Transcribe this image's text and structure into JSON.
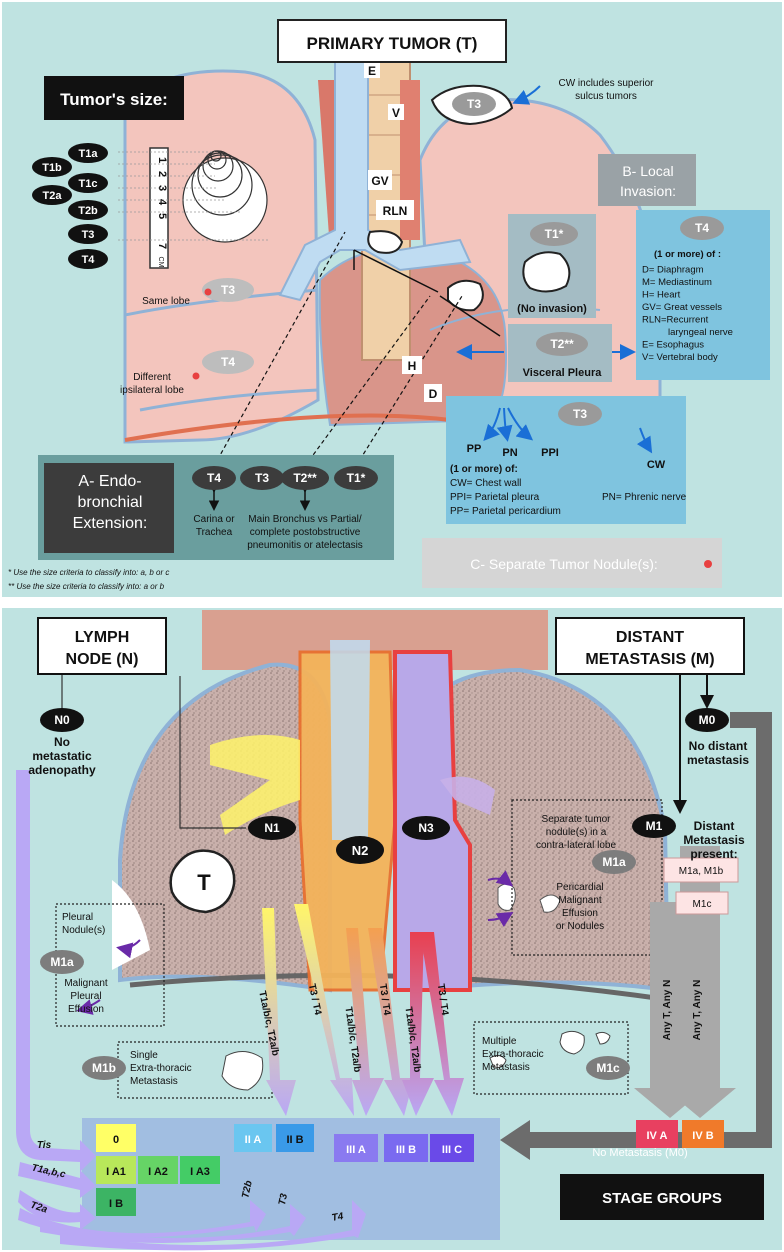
{
  "top": {
    "title": "PRIMARY TUMOR (T)",
    "tumor_size_title": "Tumor's size:",
    "size_labels": [
      "T1a",
      "T1b",
      "T1c",
      "T2a",
      "T2b",
      "T3",
      "T4"
    ],
    "ruler_numbers": [
      "1",
      "2",
      "3",
      "4",
      "5",
      "7"
    ],
    "ruler_unit": "CM",
    "anatomy": {
      "E": "E",
      "V": "V",
      "GV": "GV",
      "RLN": "RLN",
      "H": "H",
      "D": "D",
      "PP": "PP",
      "PN": "PN",
      "PPI": "PPI",
      "CW": "CW"
    },
    "cw_note": [
      "CW includes superior",
      "sulcus tumors"
    ],
    "lung_badges": {
      "t3_apex": "T3",
      "t3_same": "T3",
      "same_lobe": "Same lobe",
      "t4_diff": "T4",
      "diff_lobe": [
        "Different",
        "ipsilateral lobe"
      ]
    },
    "local_invasion": {
      "title": [
        "B- Local",
        "Invasion:"
      ],
      "t1star": "T1*",
      "no_invasion": "(No invasion)",
      "t2": "T2**",
      "visceral": "Visceral Pleura",
      "t4": "T4",
      "t4_list": [
        "(1 or more) of :",
        "D= Diaphragm",
        "M= Mediastinum",
        "H= Heart",
        "GV= Great vessels",
        "RLN=Recurrent",
        "laryngeal nerve",
        "E= Esophagus",
        "V= Vertebral body"
      ],
      "t3": "T3",
      "t3_list": [
        "(1 or more) of:",
        "CW= Chest wall",
        "PPI= Parietal pleura",
        "PN= Phrenic nerve",
        "PP= Parietal pericardium"
      ]
    },
    "endobronchial": {
      "title": [
        "A- Endo-",
        "bronchial",
        "Extension:"
      ],
      "badges": [
        "T4",
        "T3",
        "T2**",
        "T1*"
      ],
      "carina": [
        "Carina or",
        "Trachea"
      ],
      "main": [
        "Main Bronchus vs Partial/",
        "complete postobstructive",
        "pneumonitis or atelectasis"
      ]
    },
    "separate_nodule": "C- Separate Tumor Nodule(s):",
    "footnotes": [
      "*  Use the size criteria to classify into: a, b or c",
      "** Use the size criteria to classify into: a or b"
    ]
  },
  "bottom": {
    "lymph_title": [
      "LYMPH",
      "NODE (N)"
    ],
    "distant_title": [
      "DISTANT",
      "METASTASIS (M)"
    ],
    "n0": "N0",
    "n0_text": [
      "No",
      "metastatic",
      "adenopathy"
    ],
    "n1": "N1",
    "n2": "N2",
    "n3": "N3",
    "tumor": "T",
    "m0": "M0",
    "m0_text": [
      "No distant",
      "metastasis"
    ],
    "m1": "M1",
    "m1_text": [
      "Distant",
      "Metastasis",
      "present:"
    ],
    "m1a_box1": "M1a, M1b",
    "m1c_box": "M1c",
    "separate_text": [
      "Separate tumor",
      "nodule(s) in a",
      "contra-lateral lobe"
    ],
    "m1a": "M1a",
    "pericardial_text": [
      "Pericardial",
      "Malignant",
      "Effusion",
      "or Nodules"
    ],
    "pleural_nodule": [
      "Pleural",
      "Nodule(s)"
    ],
    "m1a_left": "M1a",
    "pleural_effusion": [
      "Malignant",
      "Pleural",
      "Effusion"
    ],
    "m1b": "M1b",
    "single_text": [
      "Single",
      "Extra-thoracic",
      "Metastasis"
    ],
    "m1c": "M1c",
    "multiple_text": [
      "Multiple",
      "Extra-thoracic",
      "Metastasis"
    ],
    "any_tn": "Any T, Any N",
    "arrow_labels": {
      "n1_a": "T1a/b/c, T2a/b",
      "n1_b": "T3 / T4",
      "n2_a": "T1a/b/c, T2a/b",
      "n2_b": "T3 / T4",
      "n3_a": "T1a/b/c, T2a/b",
      "n3_b": "T3 / T4",
      "tis": "Tis",
      "t1": "T1a,b,c",
      "t2": "T2a",
      "t2b": "T2b",
      "t3": "T3",
      "t4": "T4"
    },
    "no_metastasis": "No Metastasis (M0)",
    "stage_title": "STAGE GROUPS",
    "stages": {
      "s0": "0",
      "ia1": "I A1",
      "ia2": "I A2",
      "ia3": "I A3",
      "ib": "I B",
      "iia": "II A",
      "iib": "II B",
      "iiia": "III A",
      "iiib": "III B",
      "iiic": "III C",
      "iva": "IV A",
      "ivb": "IV B"
    }
  },
  "colors": {
    "bg": "#bfe3e1",
    "lung": "#f3c5bd",
    "lung_stroke": "#8fb2d6",
    "trachea": "#bfdcf2",
    "box": "#6a9e9e",
    "dark": "#111111",
    "gray_badge": "#7d7d7d",
    "stage_bg": "#9bb7e1",
    "yellow": "#ffff66",
    "green": "#44cc66",
    "blue": "#55aaee",
    "purple": "#7a5cf0",
    "red": "#e8404a",
    "orange": "#f07a2a"
  }
}
